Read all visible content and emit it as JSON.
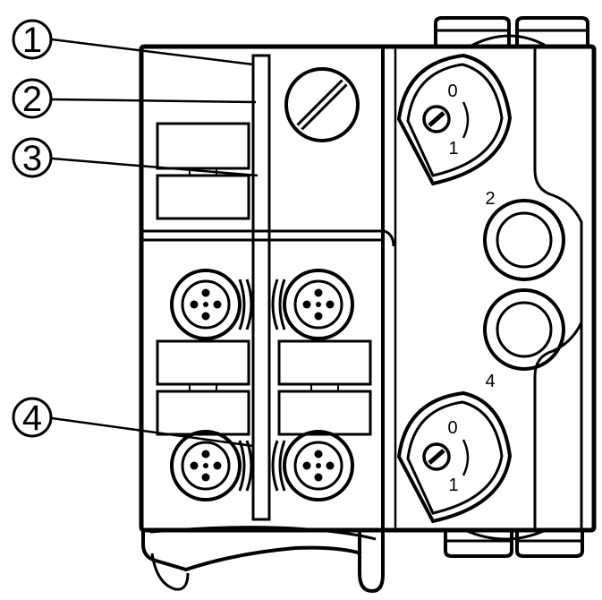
{
  "callouts": [
    {
      "number": "1"
    },
    {
      "number": "2"
    },
    {
      "number": "3"
    },
    {
      "number": "4"
    }
  ],
  "switch_top": {
    "pos_off": "0",
    "pos_on": "1"
  },
  "switch_bottom": {
    "pos_off": "0",
    "pos_on": "1"
  },
  "ports": [
    {
      "label": "2"
    },
    {
      "label": "4"
    }
  ]
}
